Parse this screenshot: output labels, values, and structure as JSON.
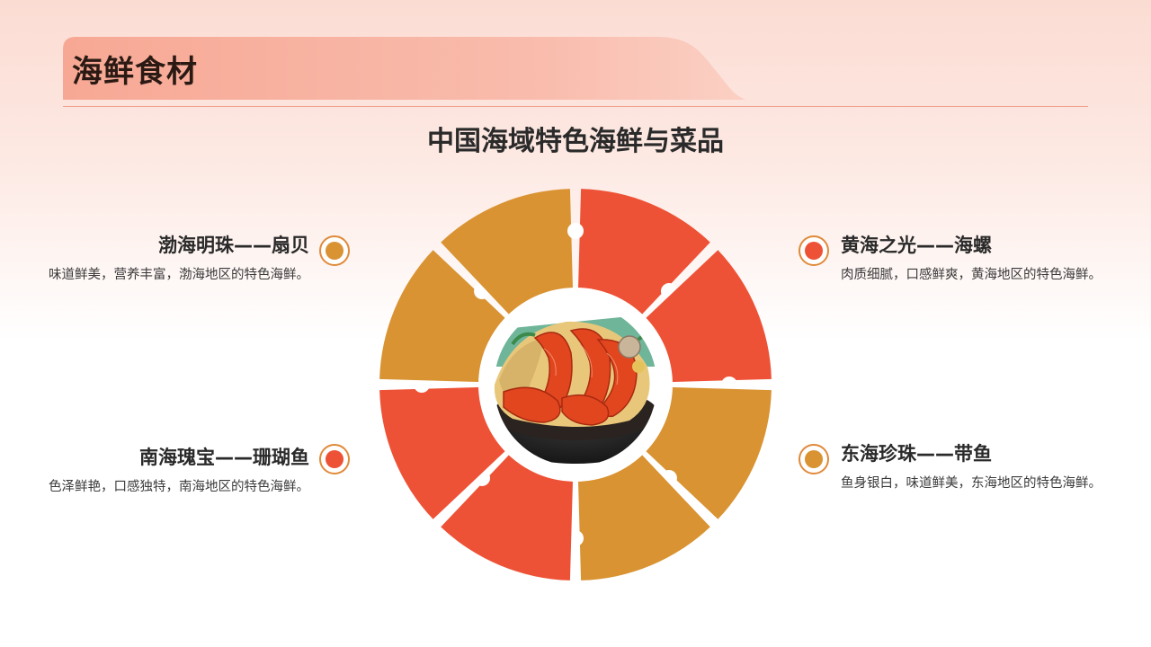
{
  "page": {
    "title": "海鲜食材",
    "subtitle": "中国海域特色海鲜与菜品"
  },
  "colors": {
    "red": "#ee5236",
    "gold": "#d99332",
    "header_band": "#f7b0a0",
    "rule": "#f2a08c"
  },
  "ring": {
    "segment_colors": [
      "red",
      "red",
      "gold",
      "gold",
      "red",
      "red",
      "gold",
      "gold"
    ],
    "center_image": "seafood-dish-photo"
  },
  "items": {
    "top_left": {
      "title": "渤海明珠——扇贝",
      "desc": "味道鲜美，营养丰富，渤海地区的特色海鲜。",
      "marker_color": "gold"
    },
    "bottom_left": {
      "title": "南海瑰宝——珊瑚鱼",
      "desc": "色泽鲜艳，口感独特，南海地区的特色海鲜。",
      "marker_color": "red"
    },
    "top_right": {
      "title": "黄海之光——海螺",
      "desc": "肉质细腻，口感鲜爽，黄海地区的特色海鲜。",
      "marker_color": "red"
    },
    "bottom_right": {
      "title": "东海珍珠——带鱼",
      "desc": "鱼身银白，味道鲜美，东海地区的特色海鲜。",
      "marker_color": "gold"
    }
  }
}
